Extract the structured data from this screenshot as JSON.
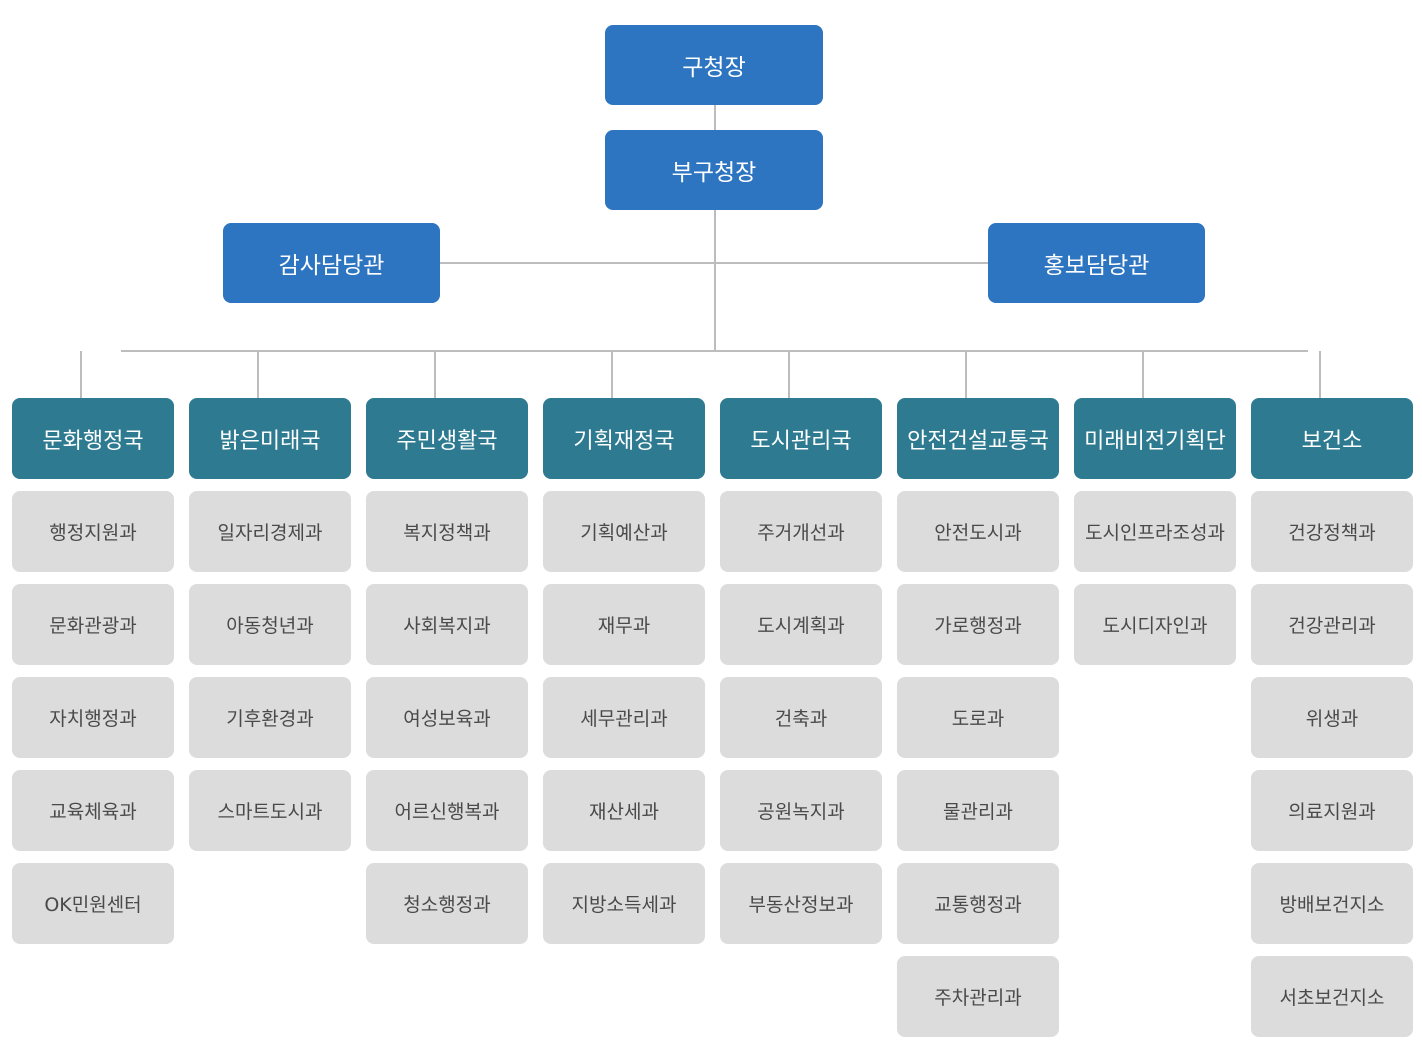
{
  "top": {
    "mayor": "구청장",
    "deputy": "부구청장"
  },
  "staff": {
    "audit": "감사담당관",
    "pr": "홍보담당관"
  },
  "bureaus": [
    {
      "name": "문화행정국",
      "departments": [
        "행정지원과",
        "문화관광과",
        "자치행정과",
        "교육체육과",
        "OK민원센터"
      ]
    },
    {
      "name": "밝은미래국",
      "departments": [
        "일자리경제과",
        "아동청년과",
        "기후환경과",
        "스마트도시과"
      ]
    },
    {
      "name": "주민생활국",
      "departments": [
        "복지정책과",
        "사회복지과",
        "여성보육과",
        "어르신행복과",
        "청소행정과"
      ]
    },
    {
      "name": "기획재정국",
      "departments": [
        "기획예산과",
        "재무과",
        "세무관리과",
        "재산세과",
        "지방소득세과"
      ]
    },
    {
      "name": "도시관리국",
      "departments": [
        "주거개선과",
        "도시계획과",
        "건축과",
        "공원녹지과",
        "부동산정보과"
      ]
    },
    {
      "name": "안전건설교통국",
      "departments": [
        "안전도시과",
        "가로행정과",
        "도로과",
        "물관리과",
        "교통행정과",
        "주차관리과"
      ]
    },
    {
      "name": "미래비전기획단",
      "departments": [
        "도시인프라조성과",
        "도시디자인과"
      ]
    },
    {
      "name": "보건소",
      "departments": [
        "건강정책과",
        "건강관리과",
        "위생과",
        "의료지원과",
        "방배보건지소",
        "서초보건지소"
      ]
    }
  ],
  "colors": {
    "top_box": "#2e75c1",
    "bureau_box": "#2e7b91",
    "dept_box": "#dddcdd",
    "connector": "#bdbdbd"
  }
}
